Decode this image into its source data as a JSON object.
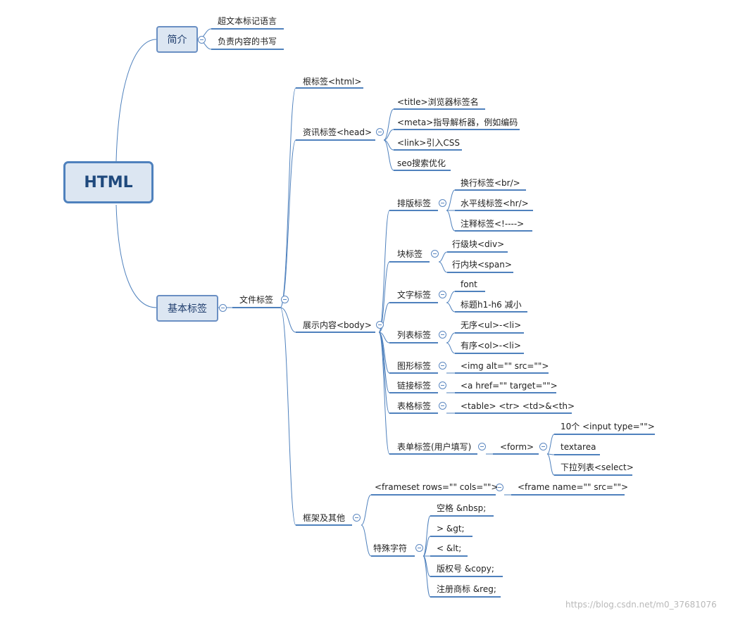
{
  "root": "HTML",
  "intro": {
    "label": "简介",
    "items": [
      "超文本标记语言",
      "负责内容的书写"
    ]
  },
  "basic": {
    "label": "基本标签",
    "file": {
      "label": "文件标签",
      "root_tag": "根标签<html>",
      "head": {
        "label": "资讯标签<head>",
        "items": [
          "<title>浏览器标签名",
          "<meta>指导解析器，例如编码",
          "<link>引入CSS",
          "seo搜索优化"
        ]
      },
      "body": {
        "label": "展示内容<body>",
        "layout": {
          "label": "排版标签",
          "items": [
            "换行标签<br/>",
            "水平线标签<hr/>",
            "注释标签<!---->"
          ]
        },
        "block": {
          "label": "块标签",
          "items": [
            "行级块<div>",
            "行内块<span>"
          ]
        },
        "text": {
          "label": "文字标签",
          "items": [
            "font",
            "标题h1-h6 减小"
          ]
        },
        "list": {
          "label": "列表标签",
          "items": [
            "无序<ul>-<li>",
            "有序<ol>-<li>"
          ]
        },
        "image": {
          "label": "图形标签",
          "item": "<img alt=\"\" src=\"\">"
        },
        "link": {
          "label": "链接标签",
          "item": "<a href=\"\" target=\"\">"
        },
        "table": {
          "label": "表格标签",
          "item": "<table>  <tr>  <td>&<th>"
        },
        "form": {
          "label": "表单标签(用户填写)",
          "tag": "<form>",
          "items": [
            "10个 <input type=\"\">",
            "textarea",
            "下拉列表<select>"
          ]
        }
      },
      "frame": {
        "label": "框架及其他",
        "frameset": {
          "label": "<frameset rows=\"\" cols=\"\">",
          "item": "<frame name=\"\" src=\"\">"
        },
        "special": {
          "label": "特殊字符",
          "items": [
            "空格   &nbsp;",
            ">   &gt;",
            "<  &lt;",
            "版权号   &copy;",
            "注册商标 &reg;"
          ]
        }
      }
    }
  },
  "watermark": "https://blog.csdn.net/m0_37681076",
  "colors": {
    "line": "#4f81bd",
    "node_fill": "#dce6f2",
    "node_border": "#4f81bd"
  }
}
